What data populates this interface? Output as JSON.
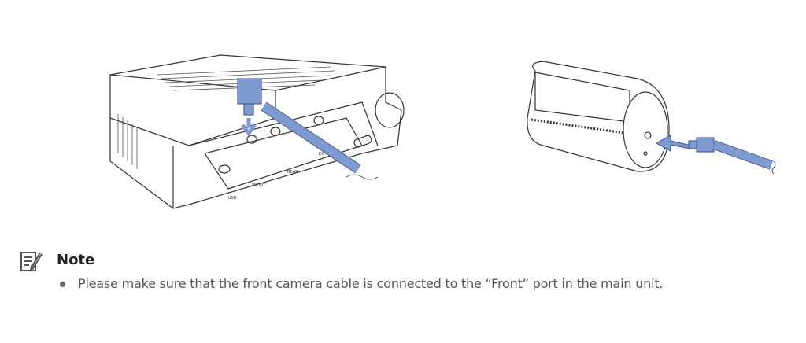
{
  "figures": {
    "main_unit": {
      "port_labels": [
        "USB",
        "FRONT",
        "REAR",
        "DC-IN"
      ]
    },
    "cable_color": "#7f9ad0"
  },
  "note": {
    "title": "Note",
    "items": [
      "Please make sure that the front camera cable is connected to the “Front” port in the main unit."
    ]
  }
}
